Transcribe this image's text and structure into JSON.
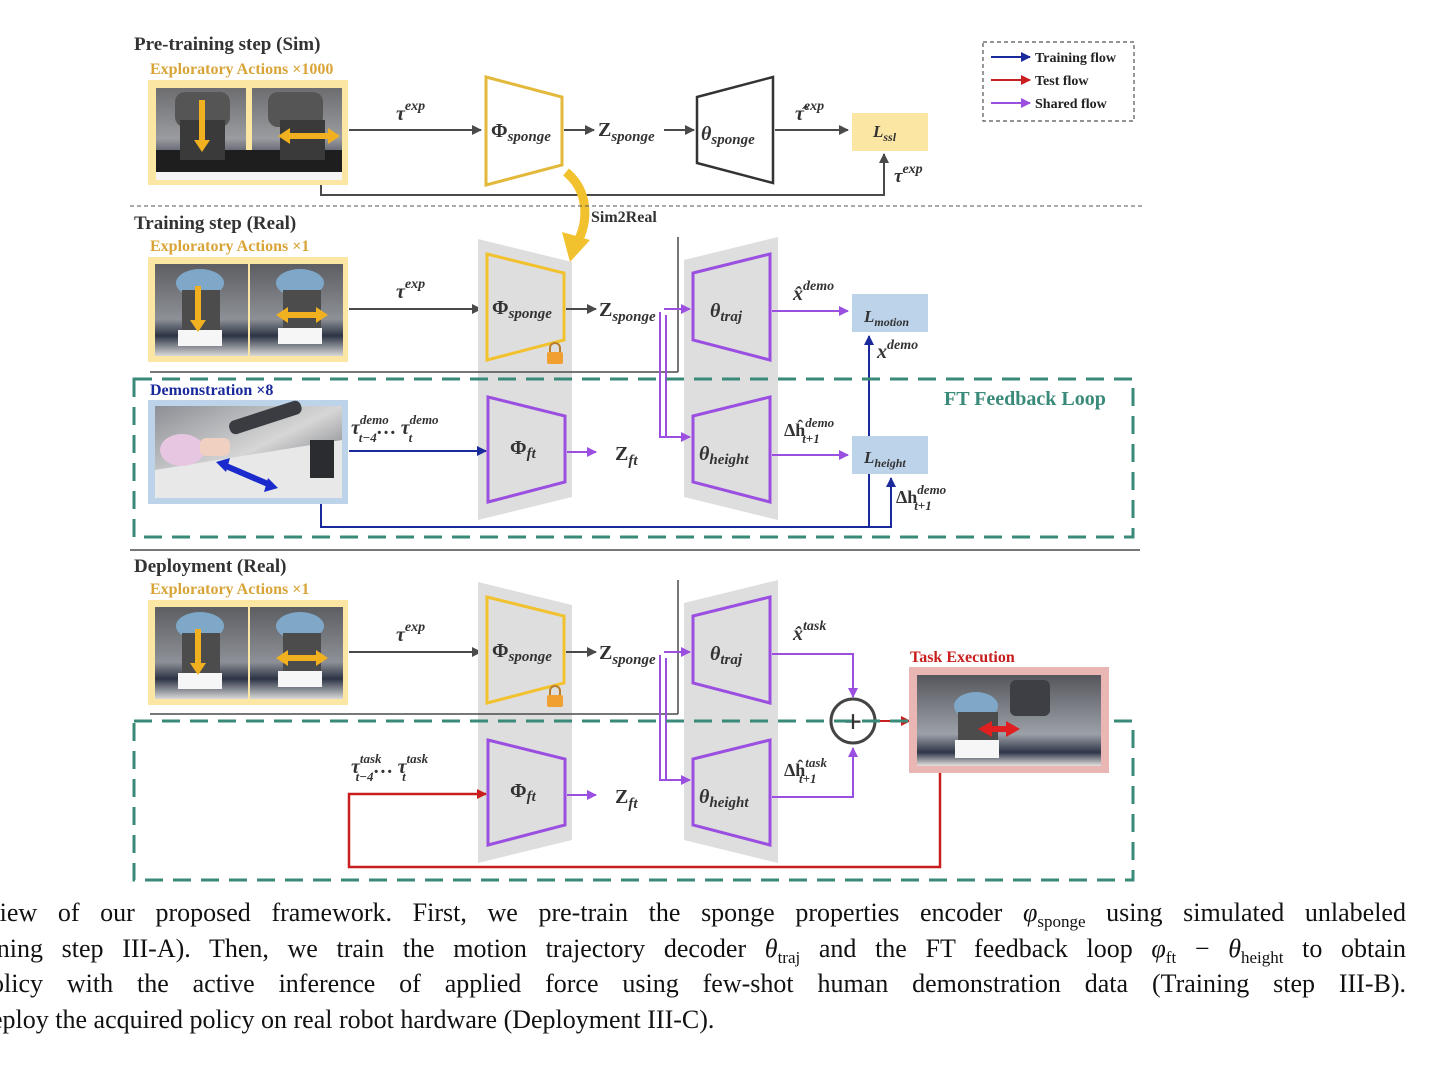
{
  "colors": {
    "training_flow": "#1a2a9c",
    "test_flow": "#c81e1e",
    "shared_flow": "#9b4fe0",
    "sponge_encoder": "#f2c12e",
    "exploratory_label": "#d9a437",
    "demo_label": "#1a2a9c",
    "ft_loop": "#3a8a7a",
    "task_exec": "#c81e1e",
    "neutral": "#4a4a4a"
  },
  "legend": {
    "training": "Training flow",
    "test": "Test flow",
    "shared": "Shared flow"
  },
  "sections": {
    "pretraining": "Pre-training step (Sim)",
    "training": "Training step (Real)",
    "deployment": "Deployment (Real)"
  },
  "images": {
    "pretrain_exp": "Exploratory Actions ×1000",
    "train_exp": "Exploratory Actions ×1",
    "demonstration": "Demonstration ×8",
    "deploy_exp": "Exploratory Actions ×1",
    "task_execution": "Task Execution"
  },
  "labels": {
    "sim2real": "Sim2Real",
    "ft_feedback_loop": "FT Feedback Loop",
    "tau_exp_base": "τ",
    "exp_sup": "exp",
    "phi": "Φ",
    "sponge_sub": "sponge",
    "ft_sub": "ft",
    "z": "Z",
    "theta": "θ",
    "traj_sub": "traj",
    "height_sub": "height",
    "tau_hat_base": "τ̂",
    "x_hat_base": "x̂",
    "x_base": "x",
    "demo_sup": "demo",
    "task_sup": "task",
    "t4_sub": "t−4",
    "t_sub": "t",
    "t1_sub": "t+1",
    "dots": "…",
    "delta_h_hat": "Δĥ",
    "delta_h": "Δh",
    "l_base": "L",
    "ssl_sub": "ssl",
    "motion_sub": "motion",
    "height_loss_sub": "height",
    "plus": "+"
  },
  "caption": {
    "line1_a": "rview of our proposed framework. First, we pre-train the sponge properties encoder ",
    "line1_sym": "φ",
    "line1_sub": "sponge",
    "line1_b": " using simulated unlabeled",
    "line2_a": "aining step III-A). Then, we train the motion trajectory decoder ",
    "line2_sym1": "θ",
    "line2_sub1": "traj",
    "line2_b": " and the FT feedback loop ",
    "line2_sym2": "φ",
    "line2_sub2": "ft",
    "line2_c": " − ",
    "line2_sym3": "θ",
    "line2_sub3": "height",
    "line2_d": " to obtain",
    "line3": " policy with the active inference of applied force using few-shot human demonstration data (Training step III-B).",
    "line4": " deploy the acquired policy on real robot hardware (Deployment III-C)."
  }
}
